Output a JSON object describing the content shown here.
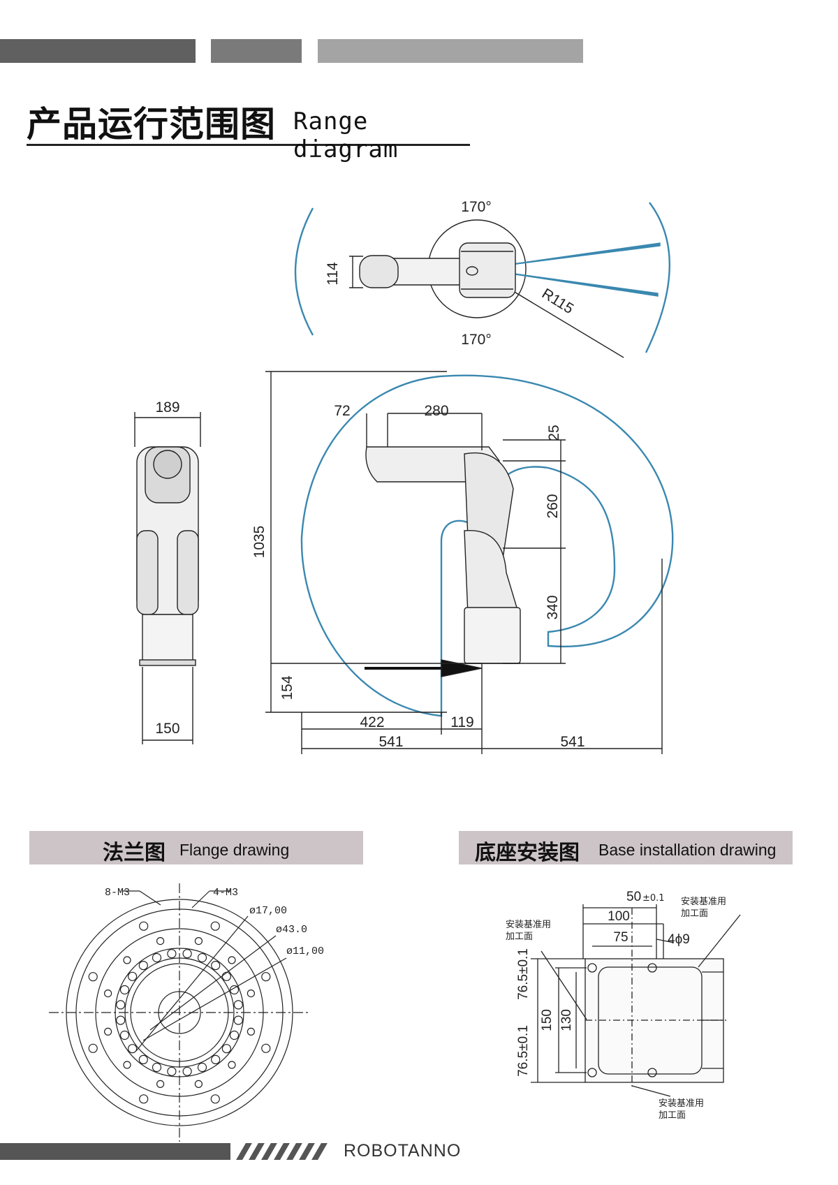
{
  "header": {
    "title_cn": "产品运行范围图",
    "title_en": "Range diagram"
  },
  "range_diagram": {
    "top_view": {
      "angle_top": "170°",
      "angle_bottom": "170°",
      "radius": "R115",
      "width": "114"
    },
    "front_view": {
      "width_top": "189",
      "width_base": "150"
    },
    "side_view": {
      "height_total": "1035",
      "offset_72": "72",
      "arm_280": "280",
      "offset_25": "25",
      "arm_260": "260",
      "arm_340": "340",
      "base_154": "154",
      "reach_422": "422",
      "offset_119": "119",
      "reach_left": "541",
      "reach_right": "541"
    }
  },
  "flange_section": {
    "title_cn": "法兰图",
    "title_en": "Flange drawing",
    "labels": {
      "holes_8": "8-M3",
      "holes_4": "4-M3",
      "dia_17": "ø17,00",
      "dia_43": "ø43.0",
      "dia_11": "ø11,00"
    }
  },
  "base_section": {
    "title_cn": "底座安装图",
    "title_en": "Base installation drawing",
    "labels": {
      "dim_50": "50",
      "tol_50": "±0.1",
      "dim_100": "100",
      "dim_75": "75",
      "holes": "4ϕ9",
      "ref_surface_top_1": "安装基准用",
      "ref_surface_top_2": "加工面",
      "ref_surface_left_1": "安装基准用",
      "ref_surface_left_2": "加工面",
      "ref_surface_bottom_1": "安装基准用",
      "ref_surface_bottom_2": "加工面",
      "dim_765_a": "76.5±0.1",
      "dim_765_b": "76.5±0.1",
      "dim_150": "150",
      "dim_130": "130"
    }
  },
  "footer": {
    "brand": "ROBOTANNO"
  }
}
